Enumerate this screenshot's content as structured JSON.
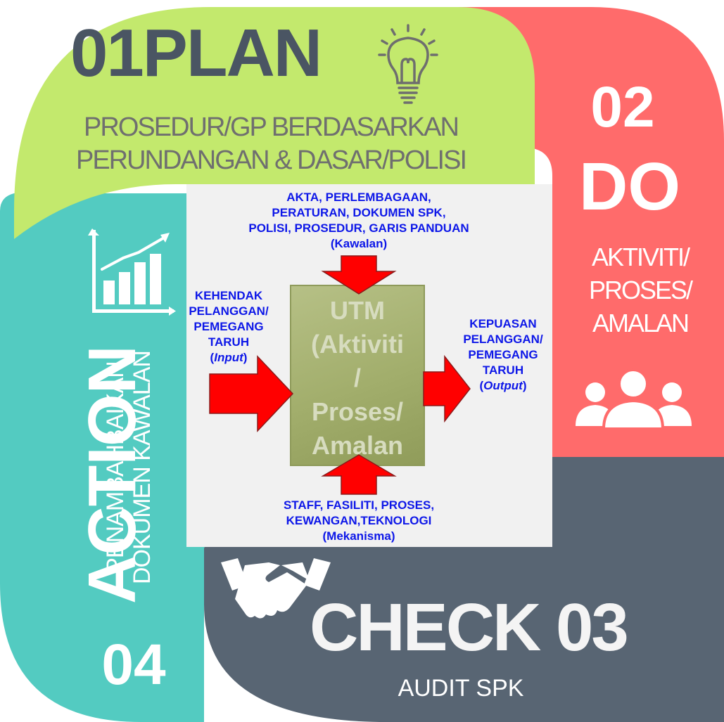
{
  "plan": {
    "number": "01PLAN",
    "description_line1": "PROSEDUR/GP BERDASARKAN",
    "description_line2": "PERUNDANGAN & DASAR/POLISI"
  },
  "do": {
    "number": "02",
    "word": "DO",
    "description_line1": "AKTIVITI/",
    "description_line2": "PROSES/",
    "description_line3": "AMALAN"
  },
  "check": {
    "word": "CHECK 03",
    "description": "AUDIT SPK"
  },
  "action": {
    "word": "ACTION",
    "description_line1": "PENAMBAHBAIKAN",
    "description_line2": "DOKUMEN KAWALAN",
    "number": "04"
  },
  "center": {
    "controls_line1": "AKTA, PERLEMBAGAAN,",
    "controls_line2": "PERATURAN, DOKUMEN SPK,",
    "controls_line3": "POLISI, PROSEDUR, GARIS PANDUAN",
    "controls_line4": "(Kawalan)",
    "input_line1": "KEHENDAK",
    "input_line2": "PELANGGAN/",
    "input_line3": "PEMEGANG",
    "input_line4": "TARUH",
    "input_open": "(",
    "input_word": "Input",
    "input_close": ")",
    "output_line1": "KEPUASAN",
    "output_line2": "PELANGGAN/",
    "output_line3": "PEMEGANG",
    "output_line4": "TARUH",
    "output_open": "(",
    "output_word": "Output",
    "output_close": ")",
    "process_line1": "UTM",
    "process_line2": "(Aktiviti",
    "process_line3": "/",
    "process_line4": "Proses/",
    "process_line5": "Amalan",
    "mechanism_line1": "STAFF, FASILITI, PROSES,",
    "mechanism_line2": "KEWANGAN,TEKNOLOGI",
    "mechanism_line3": "(Mekanisma)"
  },
  "colors": {
    "plan": "#c3e96d",
    "do": "#ff6b6b",
    "check": "#586573",
    "action": "#53cbc1",
    "center": "#f1f1f1",
    "arrow": "#ff0000",
    "text_blue": "#0d17e8"
  },
  "icons": [
    "lightbulb-icon",
    "people-icon",
    "handshake-icon",
    "bar-chart-icon",
    "arrow-icon"
  ]
}
